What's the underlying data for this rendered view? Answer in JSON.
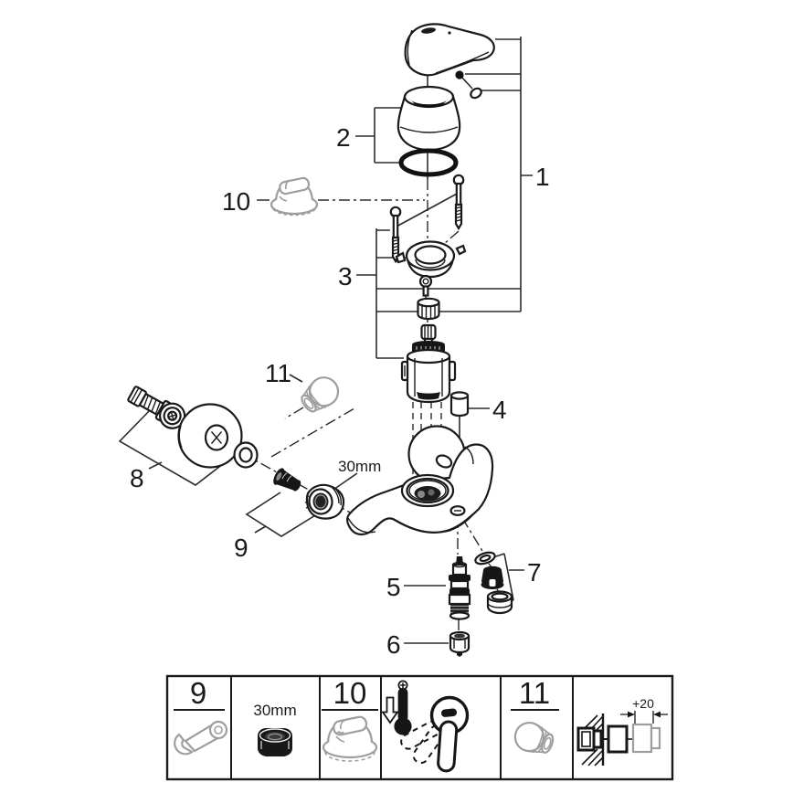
{
  "colors": {
    "line": "#1a1a1a",
    "grey_part": "#9e9e9e",
    "background": "#ffffff"
  },
  "diagram": {
    "description": "Exploded parts diagram of a single-lever wall-mounted bath/shower mixer faucet",
    "callouts": {
      "c1": "1",
      "c2": "2",
      "c3": "3",
      "c4": "4",
      "c5": "5",
      "c6": "6",
      "c7": "7",
      "c8": "8",
      "c9": "9",
      "c10": "10",
      "c11": "11"
    },
    "nut_size_label": "30mm"
  },
  "legend": {
    "cells": [
      {
        "id": "tool-wrench",
        "number": "9",
        "icon": "open-end-wrench-icon"
      },
      {
        "id": "nut-size",
        "label": "30mm",
        "icon": "union-nut-icon"
      },
      {
        "id": "part-10-cap",
        "number": "10",
        "icon": "valve-cap-icon"
      },
      {
        "id": "temperature-limiter",
        "icon": "thermometer-lever-icon"
      },
      {
        "id": "part-11-adapter",
        "number": "11",
        "icon": "extension-adapter-icon"
      },
      {
        "id": "wall-extension",
        "dimension": "+20",
        "icon": "wall-extension-diagram-icon"
      }
    ]
  }
}
